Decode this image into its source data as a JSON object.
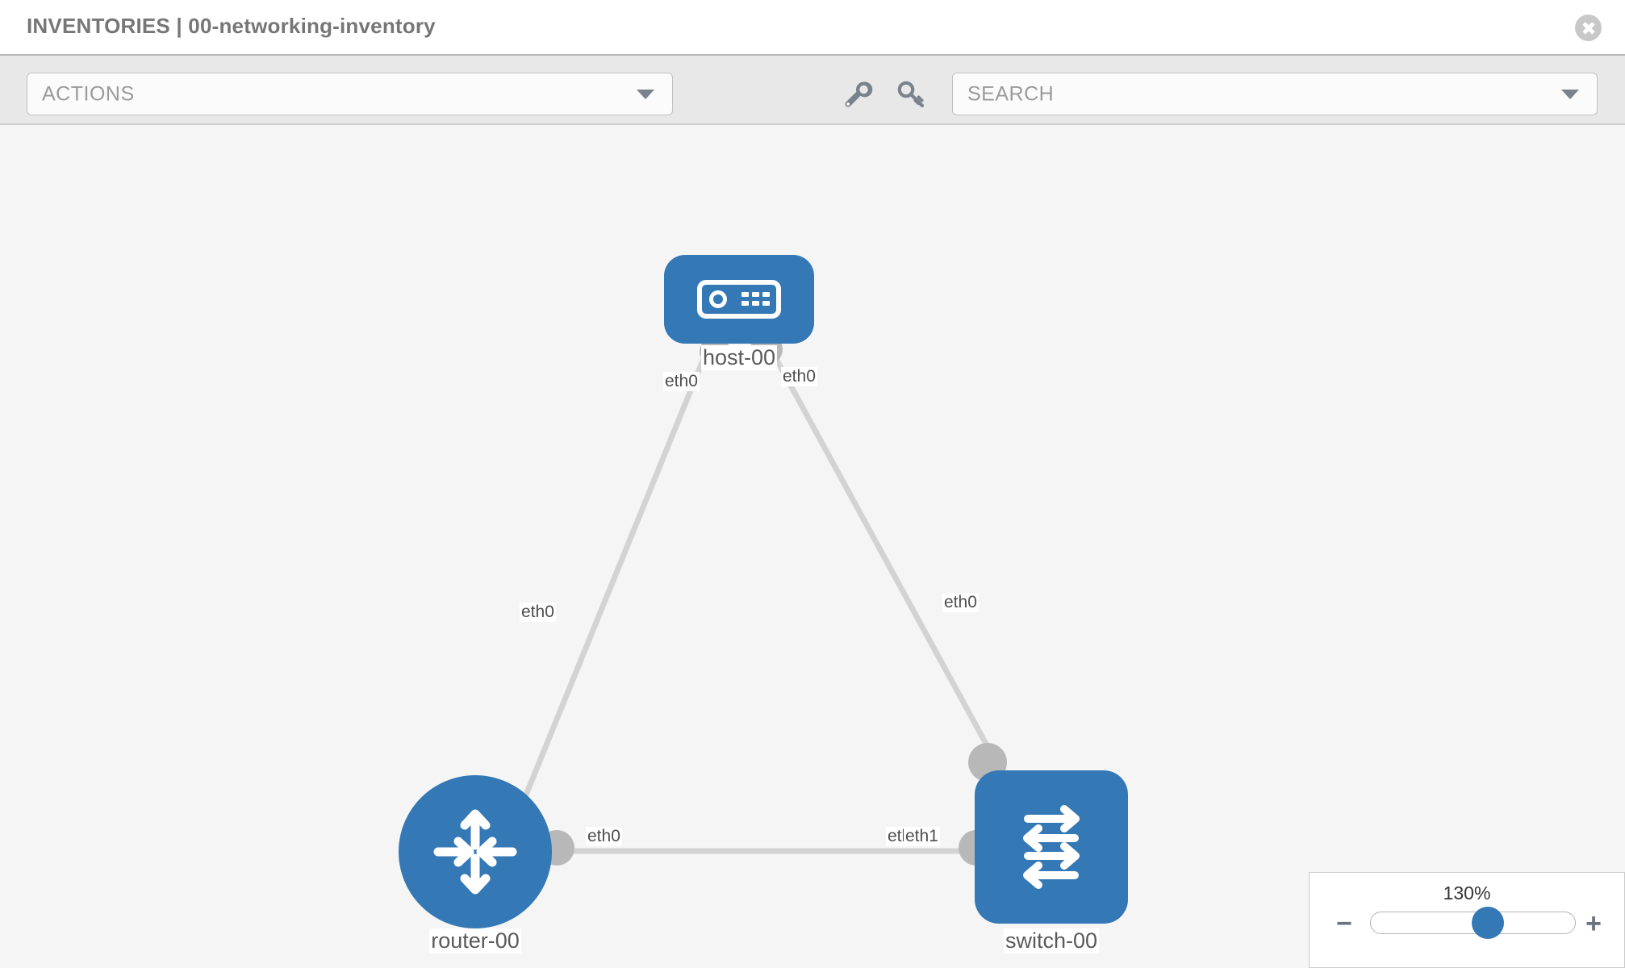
{
  "header": {
    "title": "INVENTORIES | 00-networking-inventory",
    "close_icon": "close-circle-icon"
  },
  "toolbar": {
    "actions_label": "ACTIONS",
    "actions_caret": "chevron-down-icon",
    "wrench_icon": "wrench-icon",
    "key_icon": "key-icon",
    "search_placeholder": "SEARCH",
    "search_caret": "chevron-down-icon"
  },
  "topology": {
    "nodes": [
      {
        "id": "host",
        "label": "host-00",
        "icon": "server-icon",
        "shape": "rounded-rect"
      },
      {
        "id": "router",
        "label": "router-00",
        "icon": "router-arrows-icon",
        "shape": "circle"
      },
      {
        "id": "switch",
        "label": "switch-00",
        "icon": "switch-arrows-icon",
        "shape": "rounded-square"
      }
    ],
    "edge_labels": {
      "host_left": "eth0",
      "host_right": "eth0",
      "router_up": "eth0",
      "switch_up": "eth0",
      "router_right": "eth0",
      "switch_left_a": "eth",
      "switch_left_b": "eth1"
    }
  },
  "zoom": {
    "percent": "130%",
    "minus_label": "−",
    "plus_label": "+",
    "value": 130,
    "min": 30,
    "max": 200
  },
  "colors": {
    "node_blue": "#3478b5",
    "edge_gray": "#d3d3d3",
    "nub_gray": "#b8b8b8",
    "canvas_bg": "#f5f5f5",
    "toolbar_bg": "#e8e8e8"
  }
}
